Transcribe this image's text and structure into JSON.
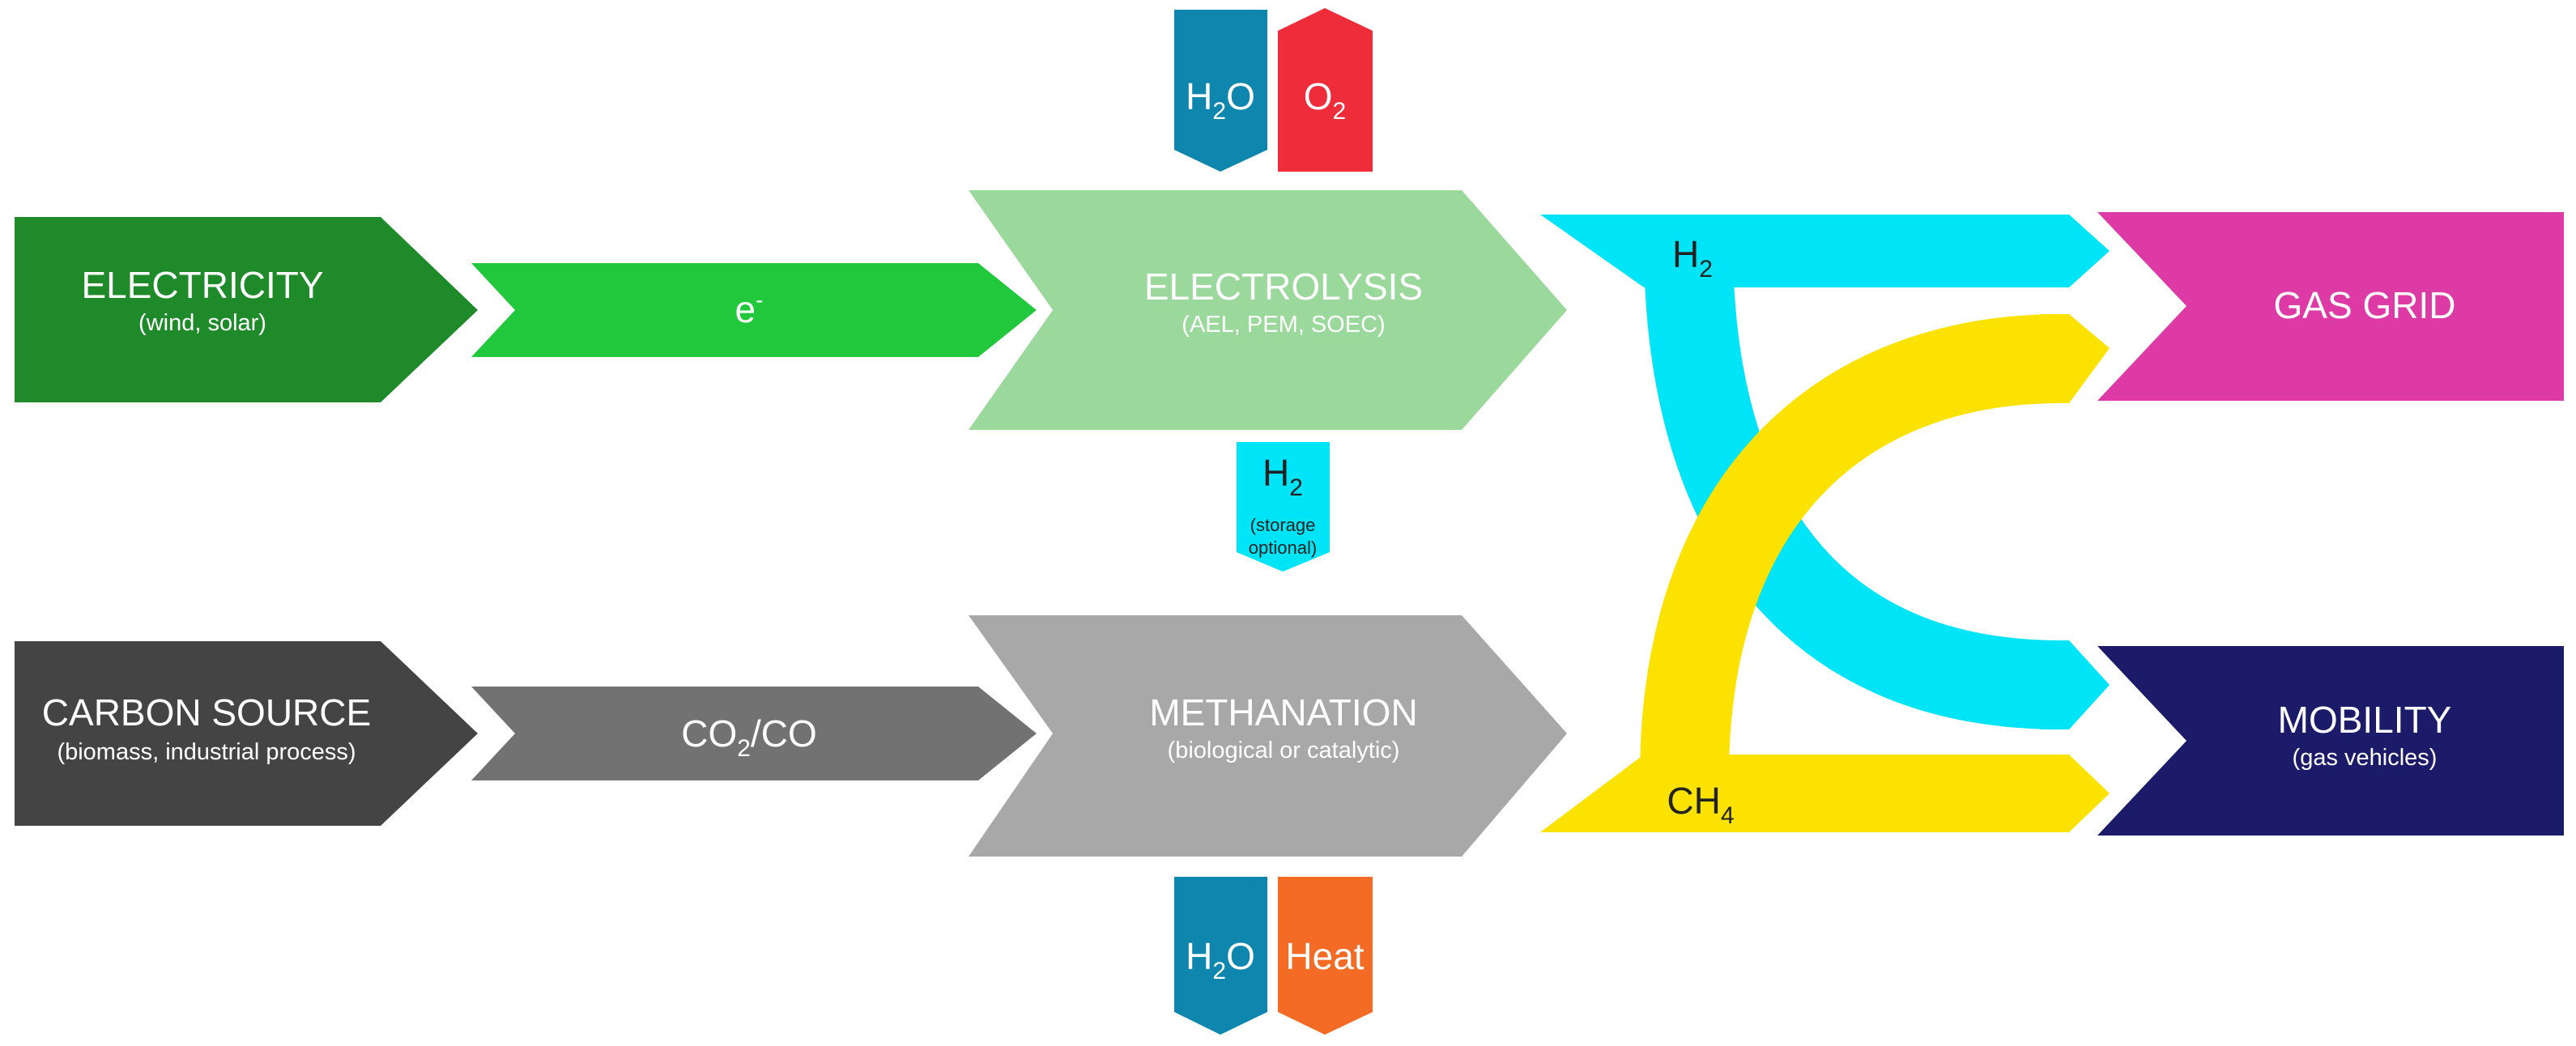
{
  "colors": {
    "electricity": "#1e8a2a",
    "electron_flow": "#22c83c",
    "electrolysis": "#9bd89b",
    "h2": "#00e4f7",
    "h2o": "#0e86ad",
    "o2": "#ef2d3a",
    "gas_grid": "#de3aa6",
    "carbon_source": "#444444",
    "co2_flow": "#727272",
    "methanation": "#a8a8a8",
    "ch4": "#fbe200",
    "mobility": "#1b1b6a",
    "heat": "#f36b24"
  },
  "electricity": {
    "title": "ELECTRICITY",
    "subtitle": "(wind, solar)"
  },
  "electron": {
    "base": "e",
    "sup": "-"
  },
  "electrolysis": {
    "title": "ELECTROLYSIS",
    "subtitle": "(AEL, PEM, SOEC)"
  },
  "top_inputs": {
    "h2o": {
      "base": "H",
      "sub": "2",
      "rest": "O"
    },
    "o2": {
      "base": "O",
      "sub": "2"
    }
  },
  "h2_storage": {
    "base": "H",
    "sub": "2",
    "note_line1": "(storage",
    "note_line2": "optional)"
  },
  "carbon_source": {
    "title": "CARBON SOURCE",
    "subtitle": "(biomass, industrial process)"
  },
  "co2_flow": {
    "part1": "CO",
    "sub": "2",
    "part2": "/CO"
  },
  "methanation": {
    "title": "METHANATION",
    "subtitle": "(biological or catalytic)"
  },
  "bottom_outputs": {
    "h2o": {
      "base": "H",
      "sub": "2",
      "rest": "O"
    },
    "heat": {
      "label": "Heat"
    }
  },
  "h2_pipe": {
    "base": "H",
    "sub": "2"
  },
  "ch4_pipe": {
    "base": "CH",
    "sub": "4"
  },
  "gas_grid": {
    "title": "GAS GRID"
  },
  "mobility": {
    "title": "MOBILITY",
    "subtitle": "(gas vehicles)"
  }
}
